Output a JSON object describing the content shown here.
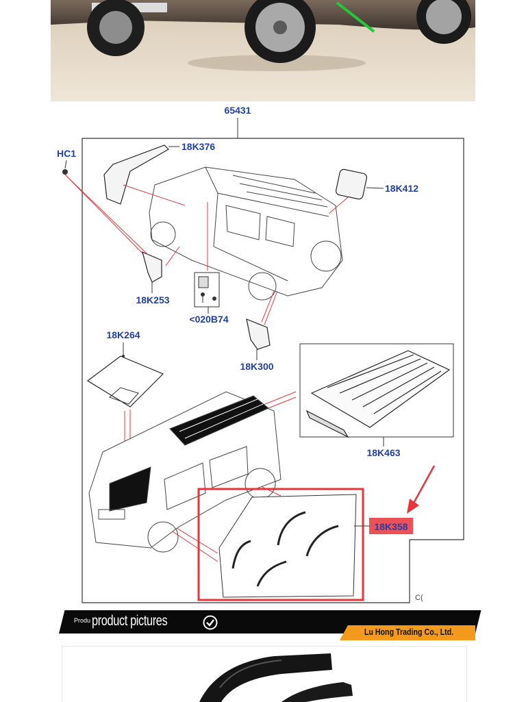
{
  "diagram": {
    "top_label": "65431",
    "parts": [
      {
        "id": "hc1",
        "label": "HC1"
      },
      {
        "id": "18k376",
        "label": "18K376"
      },
      {
        "id": "18k412",
        "label": "18K412"
      },
      {
        "id": "18k253",
        "label": "18K253"
      },
      {
        "id": "020b74",
        "label": "<020B74"
      },
      {
        "id": "18k300",
        "label": "18K300"
      },
      {
        "id": "18k264",
        "label": "18K264"
      },
      {
        "id": "18k463",
        "label": "18K463"
      },
      {
        "id": "18k358",
        "label": "18K358"
      }
    ],
    "corner_mark": "C(",
    "highlight_color": "#e8343b"
  },
  "banner": {
    "small_text": "Produ",
    "title": "product pictures",
    "company": "Lu Hong Trading Co., Ltd.",
    "accent_color": "#f29a1b"
  }
}
